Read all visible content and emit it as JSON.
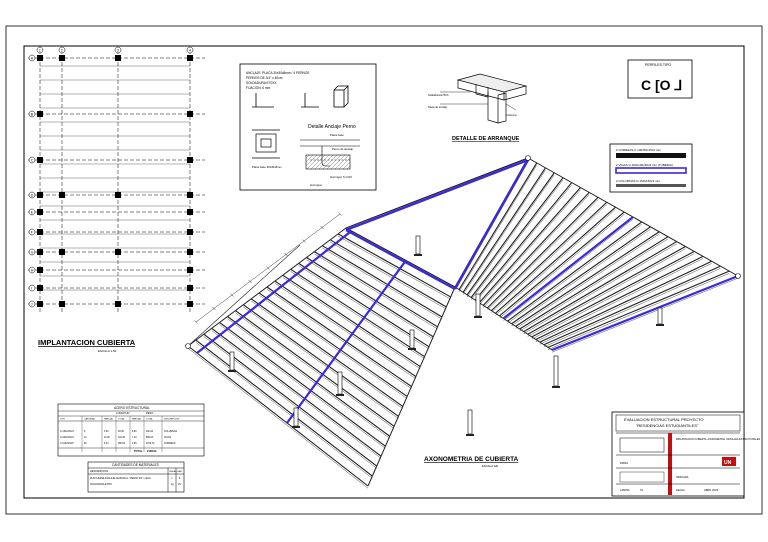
{
  "plan": {
    "title": "IMPLANTACION CUBIERTA",
    "scale_note": "ESCALA 1:50",
    "row_labels": [
      "A",
      "B",
      "C",
      "D",
      "E",
      "F",
      "G",
      "H",
      "I",
      "J"
    ],
    "col_labels": [
      "1",
      "2",
      "3",
      "4"
    ]
  },
  "detail_box": {
    "lines": [
      "ANCLAJE: PLACA 30x30x8mm / 4 PERNOS",
      "PERNOS DE 3/4\" x 40cm",
      "SOLDADURA E70XX",
      "FIJACION: 6 mm"
    ],
    "anchor_title": "Detalle Anclaje Perno",
    "note_left": "Placa base 30x30x8mm",
    "note_right": "Hormigon f'c=210",
    "callouts": [
      "Placa base",
      "Perno de anclaje",
      "Hormigon"
    ]
  },
  "arranque": {
    "title": "DETALLE DE ARRANQUE",
    "callouts": [
      "Soldadura E70XX",
      "Placa de anclaje",
      "Columna"
    ]
  },
  "profile": {
    "title": "PERFILES TIPO",
    "glyphs": "C [O ⅃"
  },
  "legend": {
    "items": [
      {
        "label": "2 CORREAS C 100x50x15x2 mm",
        "color": "#111111"
      },
      {
        "label": "2 VIGAS G 200x100x30x3 mm (TUBERIA)",
        "color": "#3322dd"
      },
      {
        "label": "2 COLUMNAS G 150x150x3 mm",
        "color": "#555555"
      }
    ]
  },
  "materials": {
    "title": "ACERO ESTRUCTURAL",
    "group_headers": [
      "LONGITUD",
      "PESO"
    ],
    "headers": [
      "TIPO",
      "CANTIDAD",
      "PARCIAL",
      "TOTAL",
      "PARCIAL",
      "TOTAL",
      "DESCRIPCION"
    ],
    "rows": [
      [
        "G 150x150x3",
        "6",
        "3.00",
        "18.00",
        "8.90",
        "160.20",
        "COLUMNAS"
      ],
      [
        "G 200x100x3",
        "12",
        "10.20",
        "122.40",
        "7.10",
        "869.04",
        "VIGAS"
      ],
      [
        "C 100x50x15",
        "60",
        "6.10",
        "366.00",
        "2.95",
        "1079.70",
        "CORREAS"
      ]
    ],
    "total_label": "TOTAL",
    "total_value": "2108.94"
  },
  "quantities": {
    "title": "CANTIDADES DE MATERIALES",
    "headers": [
      "DESCRIPCION",
      "UNIDAD",
      "CANT."
    ],
    "rows": [
      [
        "PLACA BASE ANCLAJE 30x30x8mm / PERNO 3/4\" x 40cm",
        "u",
        "6"
      ],
      [
        "SOLDADURA E70XX",
        "kg",
        "25"
      ]
    ]
  },
  "axonometric": {
    "title": "AXONOMETRIA DE CUBIERTA",
    "scale_note": "ESCALA S/E"
  },
  "title_block": {
    "project_title": "EVALUACION ESTRUCTURAL PROYECTO",
    "project_name": "\"RESIDENCIAS ESTUDIANTILES\"",
    "content": "IMPLANTACION CUBIERTA, AXONOMETRIA, DETALLES ESTRUCTURALES",
    "row_label": "FIRMA",
    "sheet": "LAMINA",
    "sheet_no": "01",
    "date_label": "FECHA",
    "date": "ABRIL 2023",
    "scale": "INDICADA",
    "logo_text": "UN"
  },
  "colors": {
    "beam": "#3a2ad8",
    "line": "#111111",
    "frame": "#000000"
  }
}
